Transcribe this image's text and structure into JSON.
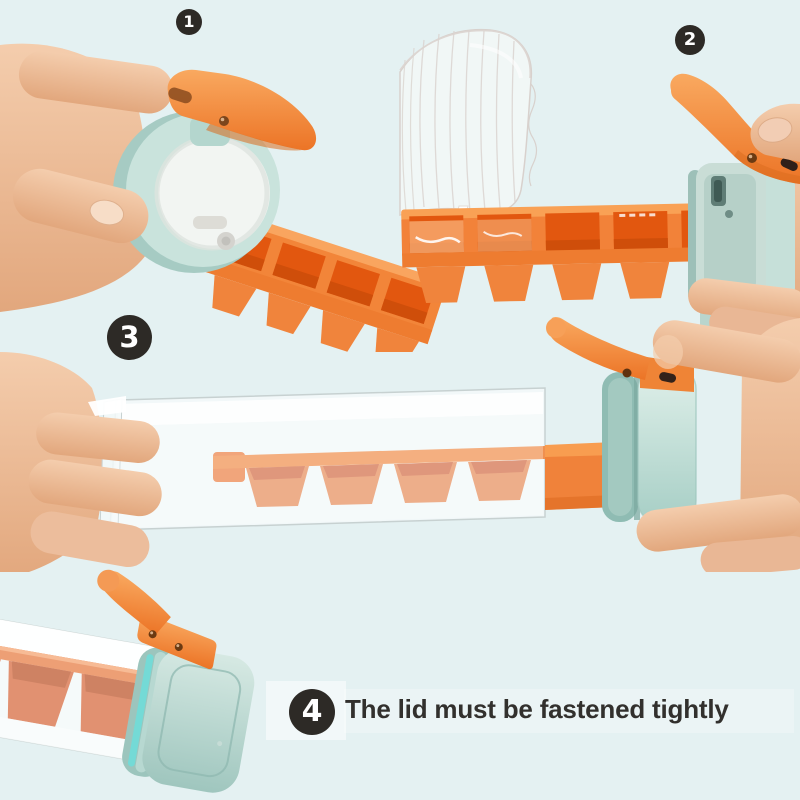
{
  "steps": [
    {
      "number": "1"
    },
    {
      "number": "2"
    },
    {
      "number": "3"
    },
    {
      "number": "4",
      "caption": "The lid must be fastened tightly"
    }
  ],
  "colors": {
    "background": "#e4f1f2",
    "badge_bg": "#2d2a26",
    "badge_fg": "#ffffff",
    "caption_text": "#32302d",
    "tray_orange": "#f0823a",
    "tray_rim_light": "#f9a55f",
    "tray_cell_deep": "#e2570f",
    "tray_muted": "#d9734a",
    "lid_mint": "#c9e3dc",
    "lid_mint_dark": "#8fbcb3",
    "accent_cyan": "#74dad6",
    "handle_orange": "#f59a55",
    "skin": "#eec2a2",
    "glass_line": "#d8d1cd"
  }
}
